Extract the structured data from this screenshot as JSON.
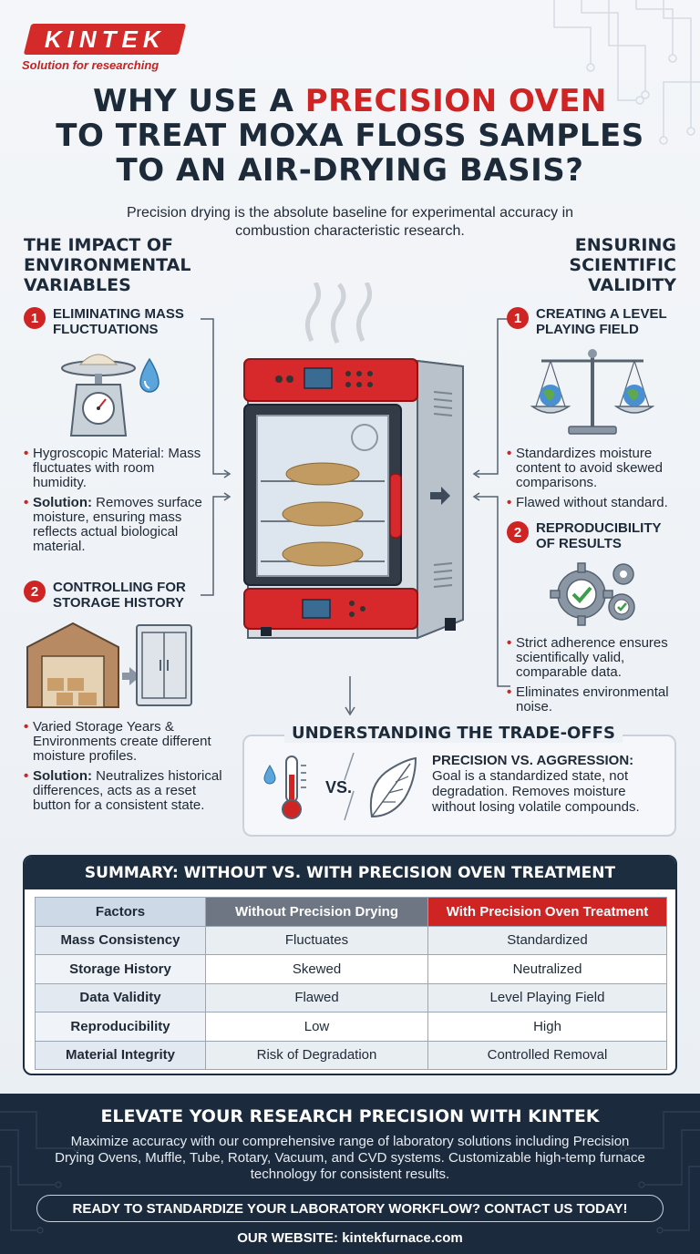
{
  "brand": {
    "logo_text": "KINTEK",
    "tagline": "Solution for researching"
  },
  "title": {
    "line1_pre": "WHY USE A ",
    "line1_accent": "PRECISION OVEN",
    "line2": "TO TREAT MOXA FLOSS SAMPLES",
    "line3": "TO AN AIR-DRYING BASIS?"
  },
  "subtitle": "Precision drying is the absolute baseline for experimental accuracy in combustion characteristic research.",
  "left": {
    "heading_1": "THE IMPACT OF",
    "heading_2": "ENVIRONMENTAL",
    "heading_3": "VARIABLES",
    "items": [
      {
        "num": "1",
        "title_1": "ELIMINATING MASS",
        "title_2": "FLUCTUATIONS",
        "b1": "Hygroscopic Material: Mass fluctuates with room humidity.",
        "b2_bold": "Solution:",
        "b2": " Removes surface moisture, ensuring mass reflects actual biological material."
      },
      {
        "num": "2",
        "title_1": "CONTROLLING FOR",
        "title_2": "STORAGE HISTORY",
        "b1": "Varied Storage Years & Environments create different moisture profiles.",
        "b2_bold": "Solution:",
        "b2": " Neutralizes historical differences, acts as a reset button for a consistent state."
      }
    ]
  },
  "right": {
    "heading_1": "ENSURING",
    "heading_2": "SCIENTIFIC",
    "heading_3": "VALIDITY",
    "items": [
      {
        "num": "1",
        "title_1": "CREATING A LEVEL",
        "title_2": "PLAYING FIELD",
        "b1": "Standardizes moisture content to avoid skewed comparisons.",
        "b2": "Flawed without standard."
      },
      {
        "num": "2",
        "title_1": "REPRODUCIBILITY",
        "title_2": "OF RESULTS",
        "b1": "Strict adherence ensures scientifically valid, comparable data.",
        "b2": "Eliminates environmental noise."
      }
    ]
  },
  "tradeoff": {
    "title": "UNDERSTANDING THE TRADE-OFFS",
    "vs": "VS.",
    "heading": "PRECISION VS. AGGRESSION:",
    "text": "Goal is a standardized state, not degradation. Removes moisture without losing volatile compounds."
  },
  "summary": {
    "title": "SUMMARY: WITHOUT VS. WITH PRECISION OVEN TREATMENT",
    "headers": [
      "Factors",
      "Without Precision Drying",
      "With Precision Oven Treatment"
    ],
    "rows": [
      [
        "Mass Consistency",
        "Fluctuates",
        "Standardized"
      ],
      [
        "Storage History",
        "Skewed",
        "Neutralized"
      ],
      [
        "Data Validity",
        "Flawed",
        "Level Playing Field"
      ],
      [
        "Reproducibility",
        "Low",
        "High"
      ],
      [
        "Material Integrity",
        "Risk of Degradation",
        "Controlled Removal"
      ]
    ]
  },
  "footer": {
    "title": "ELEVATE YOUR RESEARCH PRECISION WITH KINTEK",
    "text": "Maximize accuracy with our comprehensive range of laboratory solutions including Precision Drying Ovens, Muffle, Tube, Rotary, Vacuum, and CVD systems. Customizable high-temp furnace technology for consistent results.",
    "cta": "READY TO STANDARDIZE YOUR LABORATORY WORKFLOW? CONTACT US TODAY!",
    "website_label": "OUR WEBSITE: ",
    "website": "kintekfurnace.com"
  },
  "colors": {
    "accent_red": "#cf2424",
    "navy": "#1c2d40",
    "gray_header": "#6d7682"
  },
  "icons": [
    "scale-icon",
    "water-drop-icon",
    "warehouse-icon",
    "cabinet-icon",
    "balance-scale-icon",
    "gears-check-icon",
    "thermometer-icon",
    "leaf-icon",
    "oven-illustration"
  ]
}
